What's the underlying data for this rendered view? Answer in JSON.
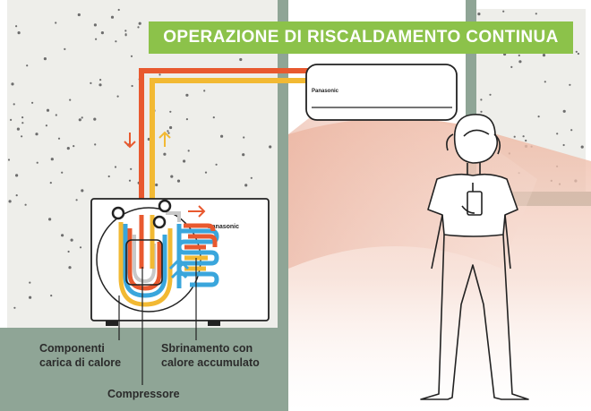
{
  "title": "OPERAZIONE DI RISCALDAMENTO CONTINUA",
  "indoor_unit_brand": "Panasonic",
  "outdoor_unit_brand": "Panasonic",
  "labels": {
    "heat_storage": [
      "Componenti",
      "carica di calore"
    ],
    "defrost": [
      "Sbrinamento con",
      "calore accumulato"
    ],
    "compressor": "Compressore"
  },
  "colors": {
    "banner": "#8cc24a",
    "hot_pipe": "#e8592f",
    "warm_pipe": "#f2b933",
    "cool_pipe": "#3aa6dc",
    "floor": "#8fa596",
    "wall_frame": "#8fa596",
    "warm_air": "#f2c9b8"
  },
  "icons": [
    "down-arrow-icon",
    "up-arrow-icon",
    "right-arrow-icon",
    "snowflake-dots",
    "person-with-remote"
  ]
}
